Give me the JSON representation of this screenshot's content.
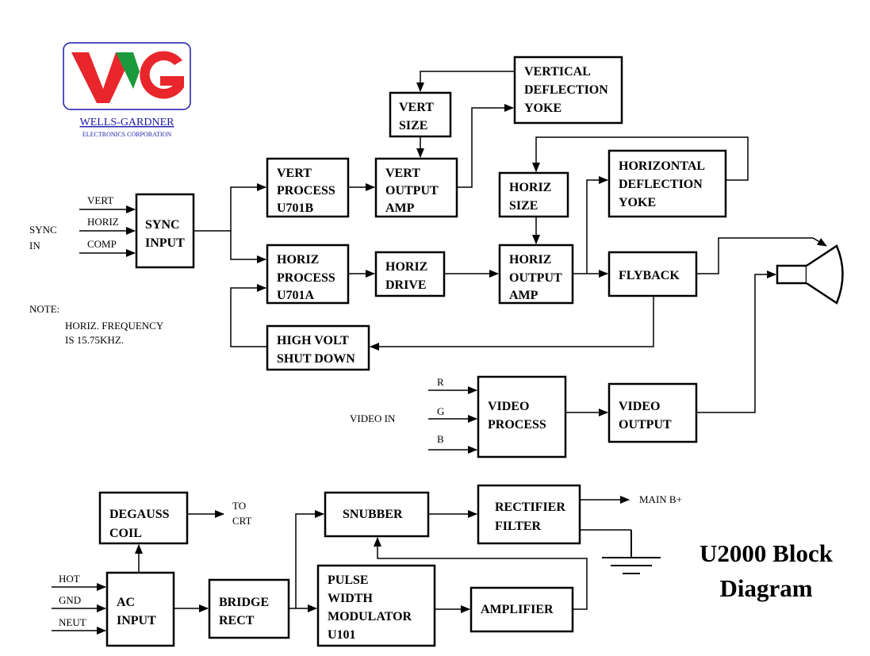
{
  "logo": {
    "name": "WELLS-GARDNER",
    "subtitle": "ELECTRONICS CORPORATION",
    "colors": {
      "border": "#1a1aa8",
      "red": "#e8262b",
      "green": "#1a9a3c",
      "text": "#1a1aa8"
    }
  },
  "title": {
    "line1": "U2000 Block",
    "line2": "Diagram"
  },
  "note": {
    "heading": "NOTE:",
    "line1": "HORIZ. FREQUENCY",
    "line2": "IS 15.75KHZ."
  },
  "inputs": {
    "sync_in": [
      "SYNC",
      "IN"
    ],
    "sync_lines": [
      "VERT",
      "HORIZ",
      "COMP"
    ],
    "video_in": "VIDEO IN",
    "video_lines": [
      "R",
      "G",
      "B"
    ],
    "power_lines": [
      "HOT",
      "GND",
      "NEUT"
    ],
    "to_crt": [
      "TO",
      "CRT"
    ],
    "main_b": "MAIN B+"
  },
  "blocks": {
    "sync_input": [
      "SYNC",
      "INPUT"
    ],
    "vert_process": [
      "VERT",
      "PROCESS",
      "U701B"
    ],
    "horiz_process": [
      "HORIZ",
      "PROCESS",
      "U701A"
    ],
    "vert_size": [
      "VERT",
      "SIZE"
    ],
    "vert_output_amp": [
      "VERT",
      "OUTPUT",
      "AMP"
    ],
    "vertical_yoke": [
      "VERTICAL",
      "DEFLECTION",
      "YOKE"
    ],
    "horiz_size": [
      "HORIZ",
      "SIZE"
    ],
    "horizontal_yoke": [
      "HORIZONTAL",
      "DEFLECTION",
      "YOKE"
    ],
    "horiz_drive": [
      "HORIZ",
      "DRIVE"
    ],
    "horiz_output_amp": [
      "HORIZ",
      "OUTPUT",
      "AMP"
    ],
    "flyback": [
      "FLYBACK"
    ],
    "high_volt": [
      "HIGH VOLT",
      "SHUT DOWN"
    ],
    "video_process": [
      "VIDEO",
      "PROCESS"
    ],
    "video_output": [
      "VIDEO",
      "OUTPUT"
    ],
    "degauss_coil": [
      "DEGAUSS",
      "COIL"
    ],
    "ac_input": [
      "AC",
      "INPUT"
    ],
    "bridge_rect": [
      "BRIDGE",
      "RECT"
    ],
    "snubber": [
      "SNUBBER"
    ],
    "rectifier_filter": [
      "RECTIFIER",
      "FILTER"
    ],
    "pwm": [
      "PULSE",
      "WIDTH",
      "MODULATOR",
      "U101"
    ],
    "amplifier": [
      "AMPLIFIER"
    ]
  }
}
